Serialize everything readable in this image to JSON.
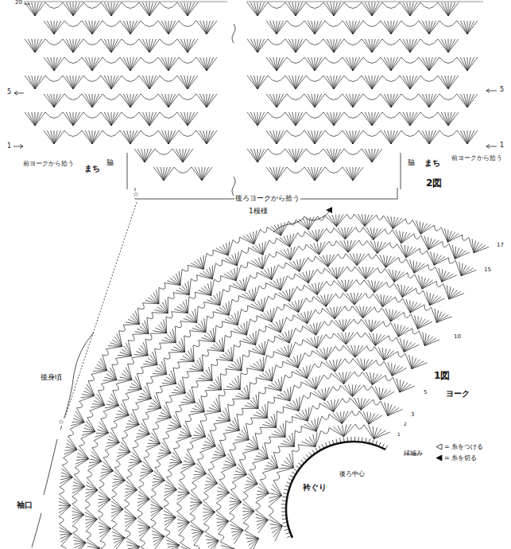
{
  "diagram": {
    "labels": [
      "20",
      "5",
      "1",
      "5",
      "1",
      "前ヨークから拾う",
      "まち",
      "脇",
      "後ろヨークから拾う",
      "脇",
      "まち",
      "前ヨークから拾う",
      "2図",
      "☆",
      "1模様",
      "17",
      "15",
      "10",
      "5",
      "3",
      "2",
      "1",
      "1図",
      "ヨーク",
      "縁編み",
      "後ろ中心",
      "衿ぐり",
      "後身頃",
      "☆",
      "袖口"
    ],
    "legend": [
      {
        "text": "= 糸をつける"
      },
      {
        "text": "= 糸を切る"
      }
    ]
  }
}
